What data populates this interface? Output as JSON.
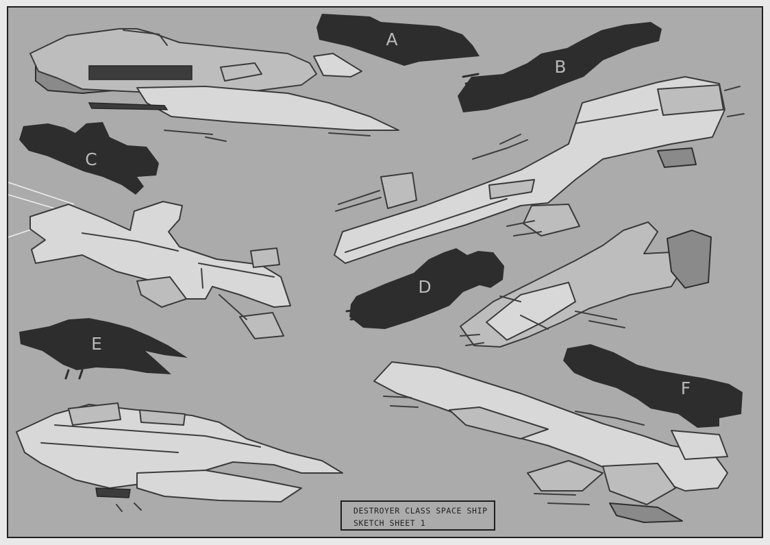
{
  "sheet": {
    "title_line_1": "DESTROYER CLASS SPACE SHIP",
    "title_line_2": "SKETCH SHEET 1"
  },
  "silhouette_labels": [
    "A",
    "B",
    "C",
    "D",
    "E",
    "F"
  ],
  "colors": {
    "background": "#ababab",
    "frame": "#1e1e1e",
    "silhouette": "#2d2d2d",
    "ship_light": "#d8d8d8"
  }
}
